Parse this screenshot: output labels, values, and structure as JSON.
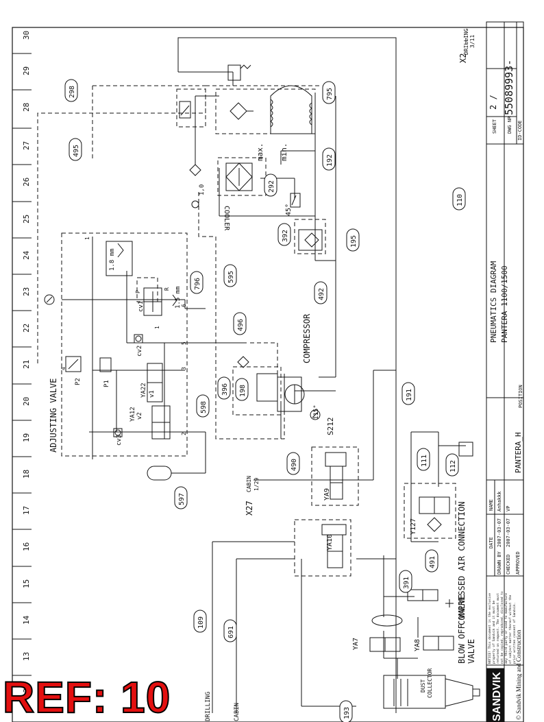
{
  "ruler_numbers": [
    "30",
    "29",
    "28",
    "27",
    "26",
    "25",
    "24",
    "23",
    "22",
    "21",
    "20",
    "19",
    "18",
    "17",
    "16",
    "15",
    "14",
    "13",
    "12"
  ],
  "labels": {
    "adjusting_valve": "ADJUSTING VALVE",
    "compressor": "COMPRESSOR",
    "cooler": "COOLER",
    "blow_off_valve": "BLOW OFF VALVE",
    "compressed_air": "COMPRESSED AIR CONNECTION",
    "dust_collector_1": "DUST",
    "dust_collector_2": "COLLECTOR",
    "max": "max.",
    "min": "min.",
    "x2": "X2",
    "x2_drilling": "DRILLING",
    "x2_sheet": "3/11",
    "x27": "X27",
    "x27_cabin": "CABIN",
    "x27_sheet": "1/29",
    "drilling_bottom": "DRILLING",
    "cabin_bottom": "CABIN",
    "mm18": "1.8 mm",
    "mm15": "1.5 mm",
    "deg45": "45°",
    "deg115": "115°",
    "v10": "1,0",
    "s212": "S212",
    "cv1": "cv1",
    "cv2": "cv2",
    "cv3": "cv3",
    "p1": "P1",
    "p2": "P2",
    "ya22": "YA22",
    "v1": "v1",
    "ya12": "YA12",
    "v2": "v2",
    "ya9": "YA9",
    "ya10": "YA10",
    "y127": "Y127",
    "ya7": "YA7",
    "ya8": "YA8",
    "port_p": "P",
    "port_r": "R",
    "n1": "1",
    "n2": "2",
    "n3": "3",
    "n4": "4",
    "n5": "5",
    "n6": "6",
    "n1b": "1"
  },
  "bubbles": [
    "298",
    "495",
    "795",
    "192",
    "292",
    "110",
    "392",
    "195",
    "796",
    "595",
    "492",
    "496",
    "396",
    "198",
    "598",
    "191",
    "490",
    "111",
    "112",
    "597",
    "491",
    "391",
    "109",
    "691",
    "193"
  ],
  "title_block": {
    "sheet_label": "SHEET",
    "sheet_value": "2 /",
    "dwg_label": "DWG NR",
    "dwg_value": "55089993-",
    "id_label": "ID-CODE",
    "title1": "PNEUMATICS DIAGRAM",
    "title2": "PANTERA 1100/1500",
    "position_label": "POSITION",
    "position_value": "PANTERA_H",
    "name_head": "NAME",
    "date_head": "DATE",
    "drawn_label": "DRAWN BY",
    "drawn_date": "2007-03-07",
    "drawn_name": "Anhakkk",
    "checked_label": "CHECKED",
    "checked_date": "2007-03-07",
    "checked_name": "VP",
    "approved_label": "APPROVED",
    "notice1": "NOTICE! This document is the exclusive",
    "notice2": "property of Sandvik and it must be",
    "notice3": "returned on request. The document must",
    "notice4": "not be copied, reproduced, disclosed to",
    "notice5": "any third party or used to manufacture",
    "notice6": "of subject matter thereof without the",
    "notice7": "prior written consent of Sandvik.",
    "brand": "SANDVIK",
    "copyright": "© Sandvik Mining and Construction"
  },
  "ref_stamp": "REF: 10"
}
